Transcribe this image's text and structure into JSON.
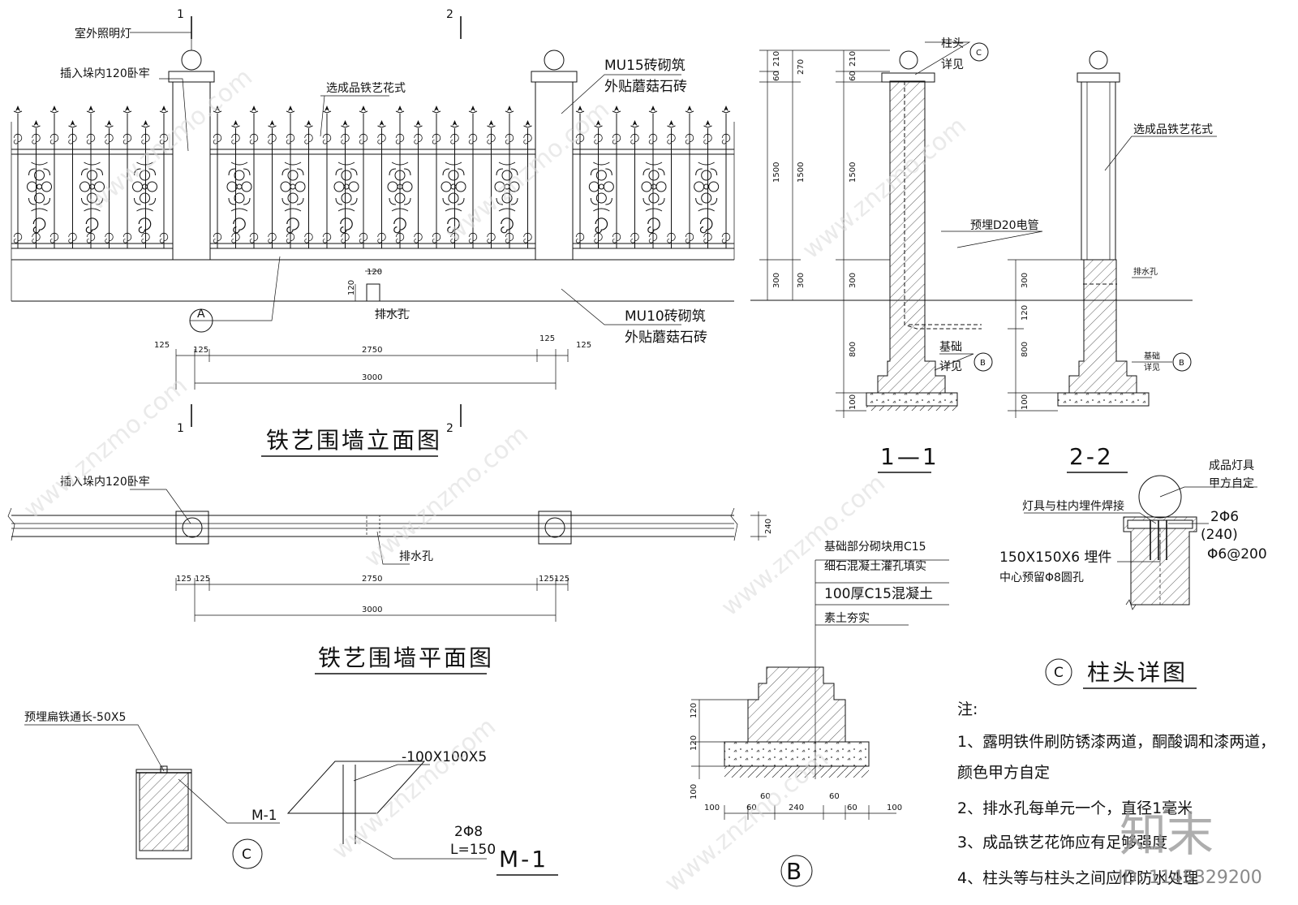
{
  "elevation": {
    "title": "铁艺围墙立面图",
    "section_1": "1",
    "section_2": "2",
    "labels": {
      "lamp": "室外照明灯",
      "insert_top": "插入垛内120卧牢",
      "iron_style": "选成品铁艺花式",
      "pier_line1": "MU15砖砌筑",
      "pier_line2": "外贴蘑菇石砖",
      "base_line1": "MU10砖砌筑",
      "base_line2": "外贴蘑菇石砖",
      "drain": "排水孔",
      "drain_w": "120",
      "drain_h": "120",
      "ref_a": "A"
    },
    "dims": [
      "125",
      "125",
      "2750",
      "125",
      "125",
      "3000"
    ]
  },
  "plan": {
    "title": "铁艺围墙平面图",
    "insert_label": "插入垛内120卧牢",
    "drain": "排水孔",
    "width": "240",
    "dims": [
      "125",
      "125",
      "2750",
      "125",
      "125",
      "3000"
    ]
  },
  "section11": {
    "title": "1—1",
    "cap_label1": "柱头",
    "cap_label2": "详见",
    "cap_ref": "C",
    "conduit": "预埋D20电管",
    "base_label1": "基础",
    "base_label2": "详见",
    "base_ref": "B",
    "dims_outer": [
      "210",
      "60",
      "1500",
      "300",
      "800",
      "100"
    ],
    "dims_left": [
      "210",
      "60",
      "1500",
      "300"
    ],
    "dims_mid": [
      "270",
      "1500",
      "300"
    ]
  },
  "section22": {
    "title": "2-2",
    "iron_style": "选成品铁艺花式",
    "drain_small": "排水孔",
    "base_small": "基础",
    "base_small2": "详见",
    "base_ref": "B",
    "dims": [
      "300",
      "120",
      "800",
      "100"
    ]
  },
  "cap_detail": {
    "title": "柱头详图",
    "ref": "C",
    "lamp1": "成品灯具",
    "lamp2": "甲方自定",
    "weld": "灯具与柱内埋件焊接",
    "rebar1": "2Φ6",
    "rebar2": "(240)",
    "rebar3": "Φ6@200",
    "plate1": "150X150X6 埋件",
    "plate2": "中心预留Φ8圆孔"
  },
  "foundation": {
    "ref": "B",
    "line1": "基础部分砌块用C15",
    "line2": "细石混凝土灌孔填实",
    "line3": "100厚C15混凝土",
    "line4": "素土夯实",
    "dims_v": [
      "120",
      "120",
      "100"
    ],
    "dims_h": [
      "100",
      "60",
      "60",
      "240",
      "60",
      "60",
      "100"
    ]
  },
  "m1": {
    "embed": "预埋扁铁通长-50X5",
    "label": "M-1",
    "plate": "-100X100X5",
    "bar1": "2Φ8",
    "bar2": "L=150",
    "title": "M-1",
    "ref": "C"
  },
  "notes": {
    "head": "注:",
    "n1": "1、露明铁件刷防锈漆两道，酮酸调和漆两道，",
    "n1b": "颜色甲方自定",
    "n2": "2、排水孔每单元一个，直径1毫米",
    "n3": "3、成品铁艺花饰应有足够强度",
    "n4": "4、柱头等与柱头之间应作防水处理"
  },
  "brand": {
    "logo": "知末",
    "id": "ID: 1145329200",
    "watermark": "www.znzmo.com"
  }
}
